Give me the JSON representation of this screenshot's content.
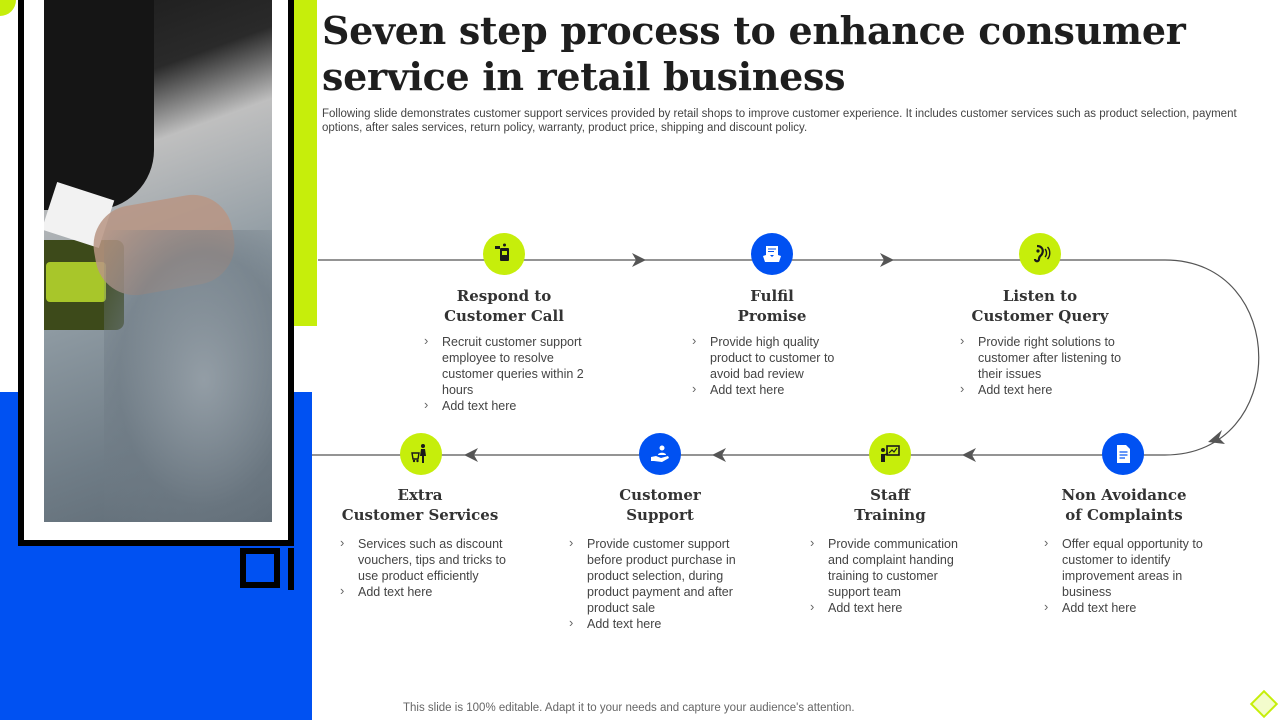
{
  "title": "Seven step process to enhance consumer service in retail business",
  "subtitle": "Following slide demonstrates customer support services provided by retail shops to improve customer experience. It includes customer services such as product selection, payment options, after sales services, return policy, warranty, product price, shipping and discount policy.",
  "footer": "This slide is 100% editable. Adapt it to your needs and capture your audience's attention.",
  "colors": {
    "accent_lime": "#c6ee0b",
    "accent_blue": "#0051f2"
  },
  "steps": [
    {
      "title_1": "Respond to",
      "title_2": "Customer Call",
      "icon": "phone-card-icon",
      "color": "lime",
      "bullets": [
        "Recruit customer support employee to resolve customer queries within 2 hours",
        "Add text here"
      ]
    },
    {
      "title_1": "Fulfil",
      "title_2": "Promise",
      "icon": "handshake-icon",
      "color": "blue",
      "bullets": [
        "Provide  high quality product to customer to avoid  bad review",
        "Add text here"
      ]
    },
    {
      "title_1": "Listen to",
      "title_2": "Customer Query",
      "icon": "ear-listen-icon",
      "color": "lime",
      "bullets": [
        "Provide  right solutions to customer after listening to their issues",
        "Add text here"
      ]
    },
    {
      "title_1": "Non Avoidance",
      "title_2": "of Complaints",
      "icon": "document-icon",
      "color": "blue",
      "bullets": [
        "Offer equal opportunity to customer to identify improvement  areas in business",
        "Add text here"
      ]
    },
    {
      "title_1": "Staff",
      "title_2": "Training",
      "icon": "presentation-board-icon",
      "color": "lime",
      "bullets": [
        "Provide  communication and complaint handing training to customer support team",
        "Add text here"
      ]
    },
    {
      "title_1": "Customer",
      "title_2": "Support",
      "icon": "hand-support-icon",
      "color": "blue",
      "bullets": [
        "Provide  customer support before product purchase in product selection, during product payment and after product sale",
        "Add text here"
      ]
    },
    {
      "title_1": "Extra",
      "title_2": "Customer Services",
      "icon": "shopper-cart-icon",
      "color": "lime",
      "bullets": [
        "Services  such as discount vouchers,  tips and tricks to use product efficiently",
        "Add text here"
      ]
    }
  ]
}
